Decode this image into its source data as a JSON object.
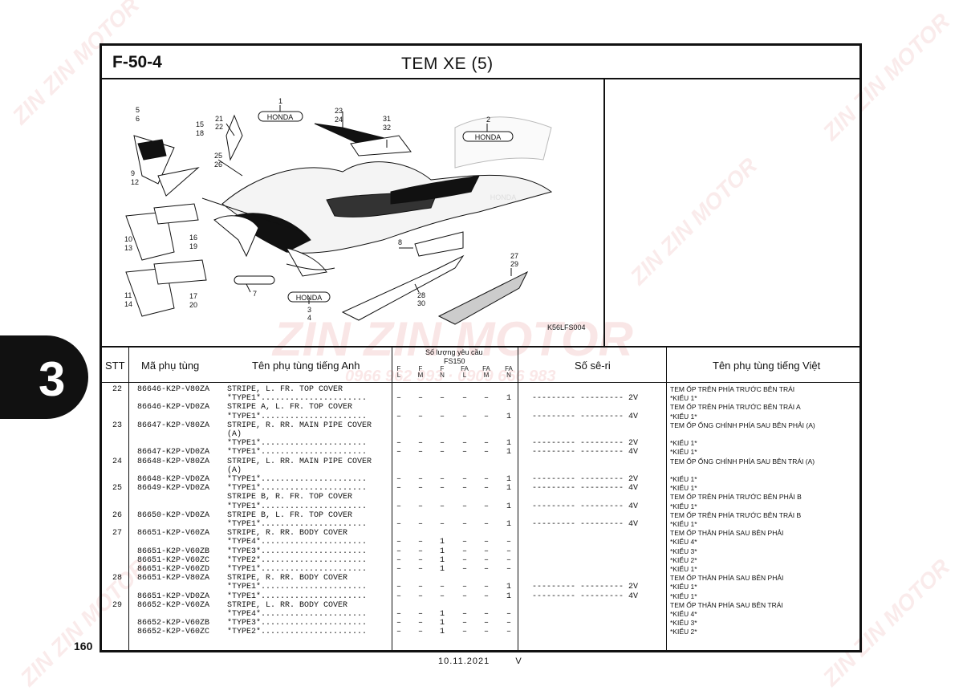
{
  "header": {
    "code": "F-50-4",
    "title": "TEM XE (5)"
  },
  "diagram": {
    "ref": "K56LFS004",
    "callouts": [
      "1",
      "2",
      "3",
      "4",
      "5",
      "6",
      "7",
      "8",
      "9",
      "10",
      "11",
      "12",
      "13",
      "14",
      "15",
      "16",
      "17",
      "18",
      "19",
      "20",
      "21",
      "22",
      "23",
      "24",
      "25",
      "26",
      "27",
      "28",
      "29",
      "30",
      "31",
      "32"
    ]
  },
  "table": {
    "headers": {
      "stt": "STT",
      "part_no": "Mã phụ tùng",
      "name_en": "Tên phụ tùng tiếng Anh",
      "qty": "Số lượng yêu cầu",
      "model": "FS150",
      "serial": "Số sê-ri",
      "name_vi": "Tên phụ tùng tiếng Việt"
    },
    "qty_cols": [
      {
        "top": "F",
        "bottom": "L"
      },
      {
        "top": "F",
        "bottom": "M"
      },
      {
        "top": "F",
        "bottom": "N"
      },
      {
        "top": "FA",
        "bottom": "L"
      },
      {
        "top": "FA",
        "bottom": "M"
      },
      {
        "top": "FA",
        "bottom": "N"
      }
    ],
    "rows": [
      {
        "stt": "22",
        "part": "86646-K2P-V80ZA",
        "en": "STRIPE, L. FR. TOP COVER",
        "qty": [
          "",
          "",
          "",
          "",
          "",
          ""
        ],
        "serial": "",
        "vi": "TEM ỐP TRÊN PHÍA TRƯỚC BÊN TRÁI"
      },
      {
        "stt": "",
        "part": "",
        "en": "  *TYPE1*......................",
        "qty": [
          "–",
          "–",
          "–",
          "–",
          "–",
          "1"
        ],
        "serial": "--------- --------- 2V",
        "vi": "*KIỂU 1*"
      },
      {
        "stt": "",
        "part": "86646-K2P-VD0ZA",
        "en": "STRIPE A, L. FR. TOP COVER",
        "qty": [
          "",
          "",
          "",
          "",
          "",
          ""
        ],
        "serial": "",
        "vi": "TEM ỐP TRÊN PHÍA TRƯỚC BÊN TRÁI A"
      },
      {
        "stt": "",
        "part": "",
        "en": "  *TYPE1*......................",
        "qty": [
          "–",
          "–",
          "–",
          "–",
          "–",
          "1"
        ],
        "serial": "--------- --------- 4V",
        "vi": "*KIỂU 1*"
      },
      {
        "stt": "23",
        "part": "86647-K2P-V80ZA",
        "en": "STRIPE, R. RR. MAIN PIPE COVER",
        "qty": [
          "",
          "",
          "",
          "",
          "",
          ""
        ],
        "serial": "",
        "vi": "TEM ỐP ỐNG CHÍNH PHÍA SAU BÊN PHẢI (A)"
      },
      {
        "stt": "",
        "part": "",
        "en": "(A)",
        "qty": [
          "",
          "",
          "",
          "",
          "",
          ""
        ],
        "serial": "",
        "vi": ""
      },
      {
        "stt": "",
        "part": "",
        "en": "  *TYPE1*......................",
        "qty": [
          "–",
          "–",
          "–",
          "–",
          "–",
          "1"
        ],
        "serial": "--------- --------- 2V",
        "vi": "*KIỂU 1*"
      },
      {
        "stt": "",
        "part": "86647-K2P-VD0ZA",
        "en": "  *TYPE1*......................",
        "qty": [
          "–",
          "–",
          "–",
          "–",
          "–",
          "1"
        ],
        "serial": "--------- --------- 4V",
        "vi": "*KIỂU 1*"
      },
      {
        "stt": "24",
        "part": "86648-K2P-V80ZA",
        "en": "STRIPE, L. RR. MAIN PIPE COVER",
        "qty": [
          "",
          "",
          "",
          "",
          "",
          ""
        ],
        "serial": "",
        "vi": "TEM ỐP ỐNG CHÍNH PHÍA SAU BÊN TRÁI (A)"
      },
      {
        "stt": "",
        "part": "",
        "en": "(A)",
        "qty": [
          "",
          "",
          "",
          "",
          "",
          ""
        ],
        "serial": "",
        "vi": ""
      },
      {
        "stt": "",
        "part": "86648-K2P-VD0ZA",
        "en": "  *TYPE1*......................",
        "qty": [
          "–",
          "–",
          "–",
          "–",
          "–",
          "1"
        ],
        "serial": "--------- --------- 2V",
        "vi": "*KIỂU 1*"
      },
      {
        "stt": "25",
        "part": "86649-K2P-VD0ZA",
        "en": "  *TYPE1*......................",
        "qty": [
          "–",
          "–",
          "–",
          "–",
          "–",
          "1"
        ],
        "serial": "--------- --------- 4V",
        "vi": "*KIỂU 1*"
      },
      {
        "stt": "",
        "part": "",
        "en": "STRIPE B, R. FR. TOP COVER",
        "qty": [
          "",
          "",
          "",
          "",
          "",
          ""
        ],
        "serial": "",
        "vi": "TEM ỐP TRÊN PHÍA TRƯỚC BÊN PHẢI B"
      },
      {
        "stt": "",
        "part": "",
        "en": "  *TYPE1*......................",
        "qty": [
          "–",
          "–",
          "–",
          "–",
          "–",
          "1"
        ],
        "serial": "--------- --------- 4V",
        "vi": "*KIỂU 1*"
      },
      {
        "stt": "26",
        "part": "86650-K2P-VD0ZA",
        "en": "STRIPE B, L. FR. TOP COVER",
        "qty": [
          "",
          "",
          "",
          "",
          "",
          ""
        ],
        "serial": "",
        "vi": "TEM ỐP TRÊN PHÍA TRƯỚC BÊN TRÁI B"
      },
      {
        "stt": "",
        "part": "",
        "en": "  *TYPE1*......................",
        "qty": [
          "–",
          "–",
          "–",
          "–",
          "–",
          "1"
        ],
        "serial": "--------- --------- 4V",
        "vi": "*KIỂU 1*"
      },
      {
        "stt": "27",
        "part": "86651-K2P-V60ZA",
        "en": "STRIPE, R. RR. BODY COVER",
        "qty": [
          "",
          "",
          "",
          "",
          "",
          ""
        ],
        "serial": "",
        "vi": "TEM ỐP THÂN PHÍA SAU BÊN PHẢI"
      },
      {
        "stt": "",
        "part": "",
        "en": "  *TYPE4*......................",
        "qty": [
          "–",
          "–",
          "1",
          "–",
          "–",
          "–"
        ],
        "serial": "",
        "vi": "*KIỂU 4*"
      },
      {
        "stt": "",
        "part": "86651-K2P-V60ZB",
        "en": "  *TYPE3*......................",
        "qty": [
          "–",
          "–",
          "1",
          "–",
          "–",
          "–"
        ],
        "serial": "",
        "vi": "*KIỂU 3*"
      },
      {
        "stt": "",
        "part": "86651-K2P-V60ZC",
        "en": "  *TYPE2*......................",
        "qty": [
          "–",
          "–",
          "1",
          "–",
          "–",
          "–"
        ],
        "serial": "",
        "vi": "*KIỂU 2*"
      },
      {
        "stt": "",
        "part": "86651-K2P-V60ZD",
        "en": "  *TYPE1*......................",
        "qty": [
          "–",
          "–",
          "1",
          "–",
          "–",
          "–"
        ],
        "serial": "",
        "vi": "*KIỂU 1*"
      },
      {
        "stt": "28",
        "part": "86651-K2P-V80ZA",
        "en": "STRIPE, R. RR. BODY COVER",
        "qty": [
          "",
          "",
          "",
          "",
          "",
          ""
        ],
        "serial": "",
        "vi": "TEM ỐP THÂN PHÍA SAU BÊN PHẢI"
      },
      {
        "stt": "",
        "part": "",
        "en": "  *TYPE1*......................",
        "qty": [
          "–",
          "–",
          "–",
          "–",
          "–",
          "1"
        ],
        "serial": "--------- --------- 2V",
        "vi": "*KIỂU 1*"
      },
      {
        "stt": "",
        "part": "86651-K2P-VD0ZA",
        "en": "  *TYPE1*......................",
        "qty": [
          "–",
          "–",
          "–",
          "–",
          "–",
          "1"
        ],
        "serial": "--------- --------- 4V",
        "vi": "*KIỂU 1*"
      },
      {
        "stt": "29",
        "part": "86652-K2P-V60ZA",
        "en": "STRIPE, L. RR. BODY COVER",
        "qty": [
          "",
          "",
          "",
          "",
          "",
          ""
        ],
        "serial": "",
        "vi": "TEM ỐP THÂN PHÍA SAU BÊN TRÁI"
      },
      {
        "stt": "",
        "part": "",
        "en": "  *TYPE4*......................",
        "qty": [
          "–",
          "–",
          "1",
          "–",
          "–",
          "–"
        ],
        "serial": "",
        "vi": "*KIỂU 4*"
      },
      {
        "stt": "",
        "part": "86652-K2P-V60ZB",
        "en": "  *TYPE3*......................",
        "qty": [
          "–",
          "–",
          "1",
          "–",
          "–",
          "–"
        ],
        "serial": "",
        "vi": "*KIỂU 3*"
      },
      {
        "stt": "",
        "part": "86652-K2P-V60ZC",
        "en": "  *TYPE2*......................",
        "qty": [
          "–",
          "–",
          "1",
          "–",
          "–",
          "–"
        ],
        "serial": "",
        "vi": "*KIỂU 2*"
      }
    ]
  },
  "side_tab": {
    "label": "3"
  },
  "page_number": "160",
  "footer": {
    "date": "10.11.2021",
    "version": "V"
  },
  "watermark": {
    "brand": "ZIN ZIN MOTOR",
    "phone": "0966 962 993 · 0909 666 983"
  },
  "colors": {
    "ink": "#111111",
    "watermark": "#d23c3c"
  }
}
